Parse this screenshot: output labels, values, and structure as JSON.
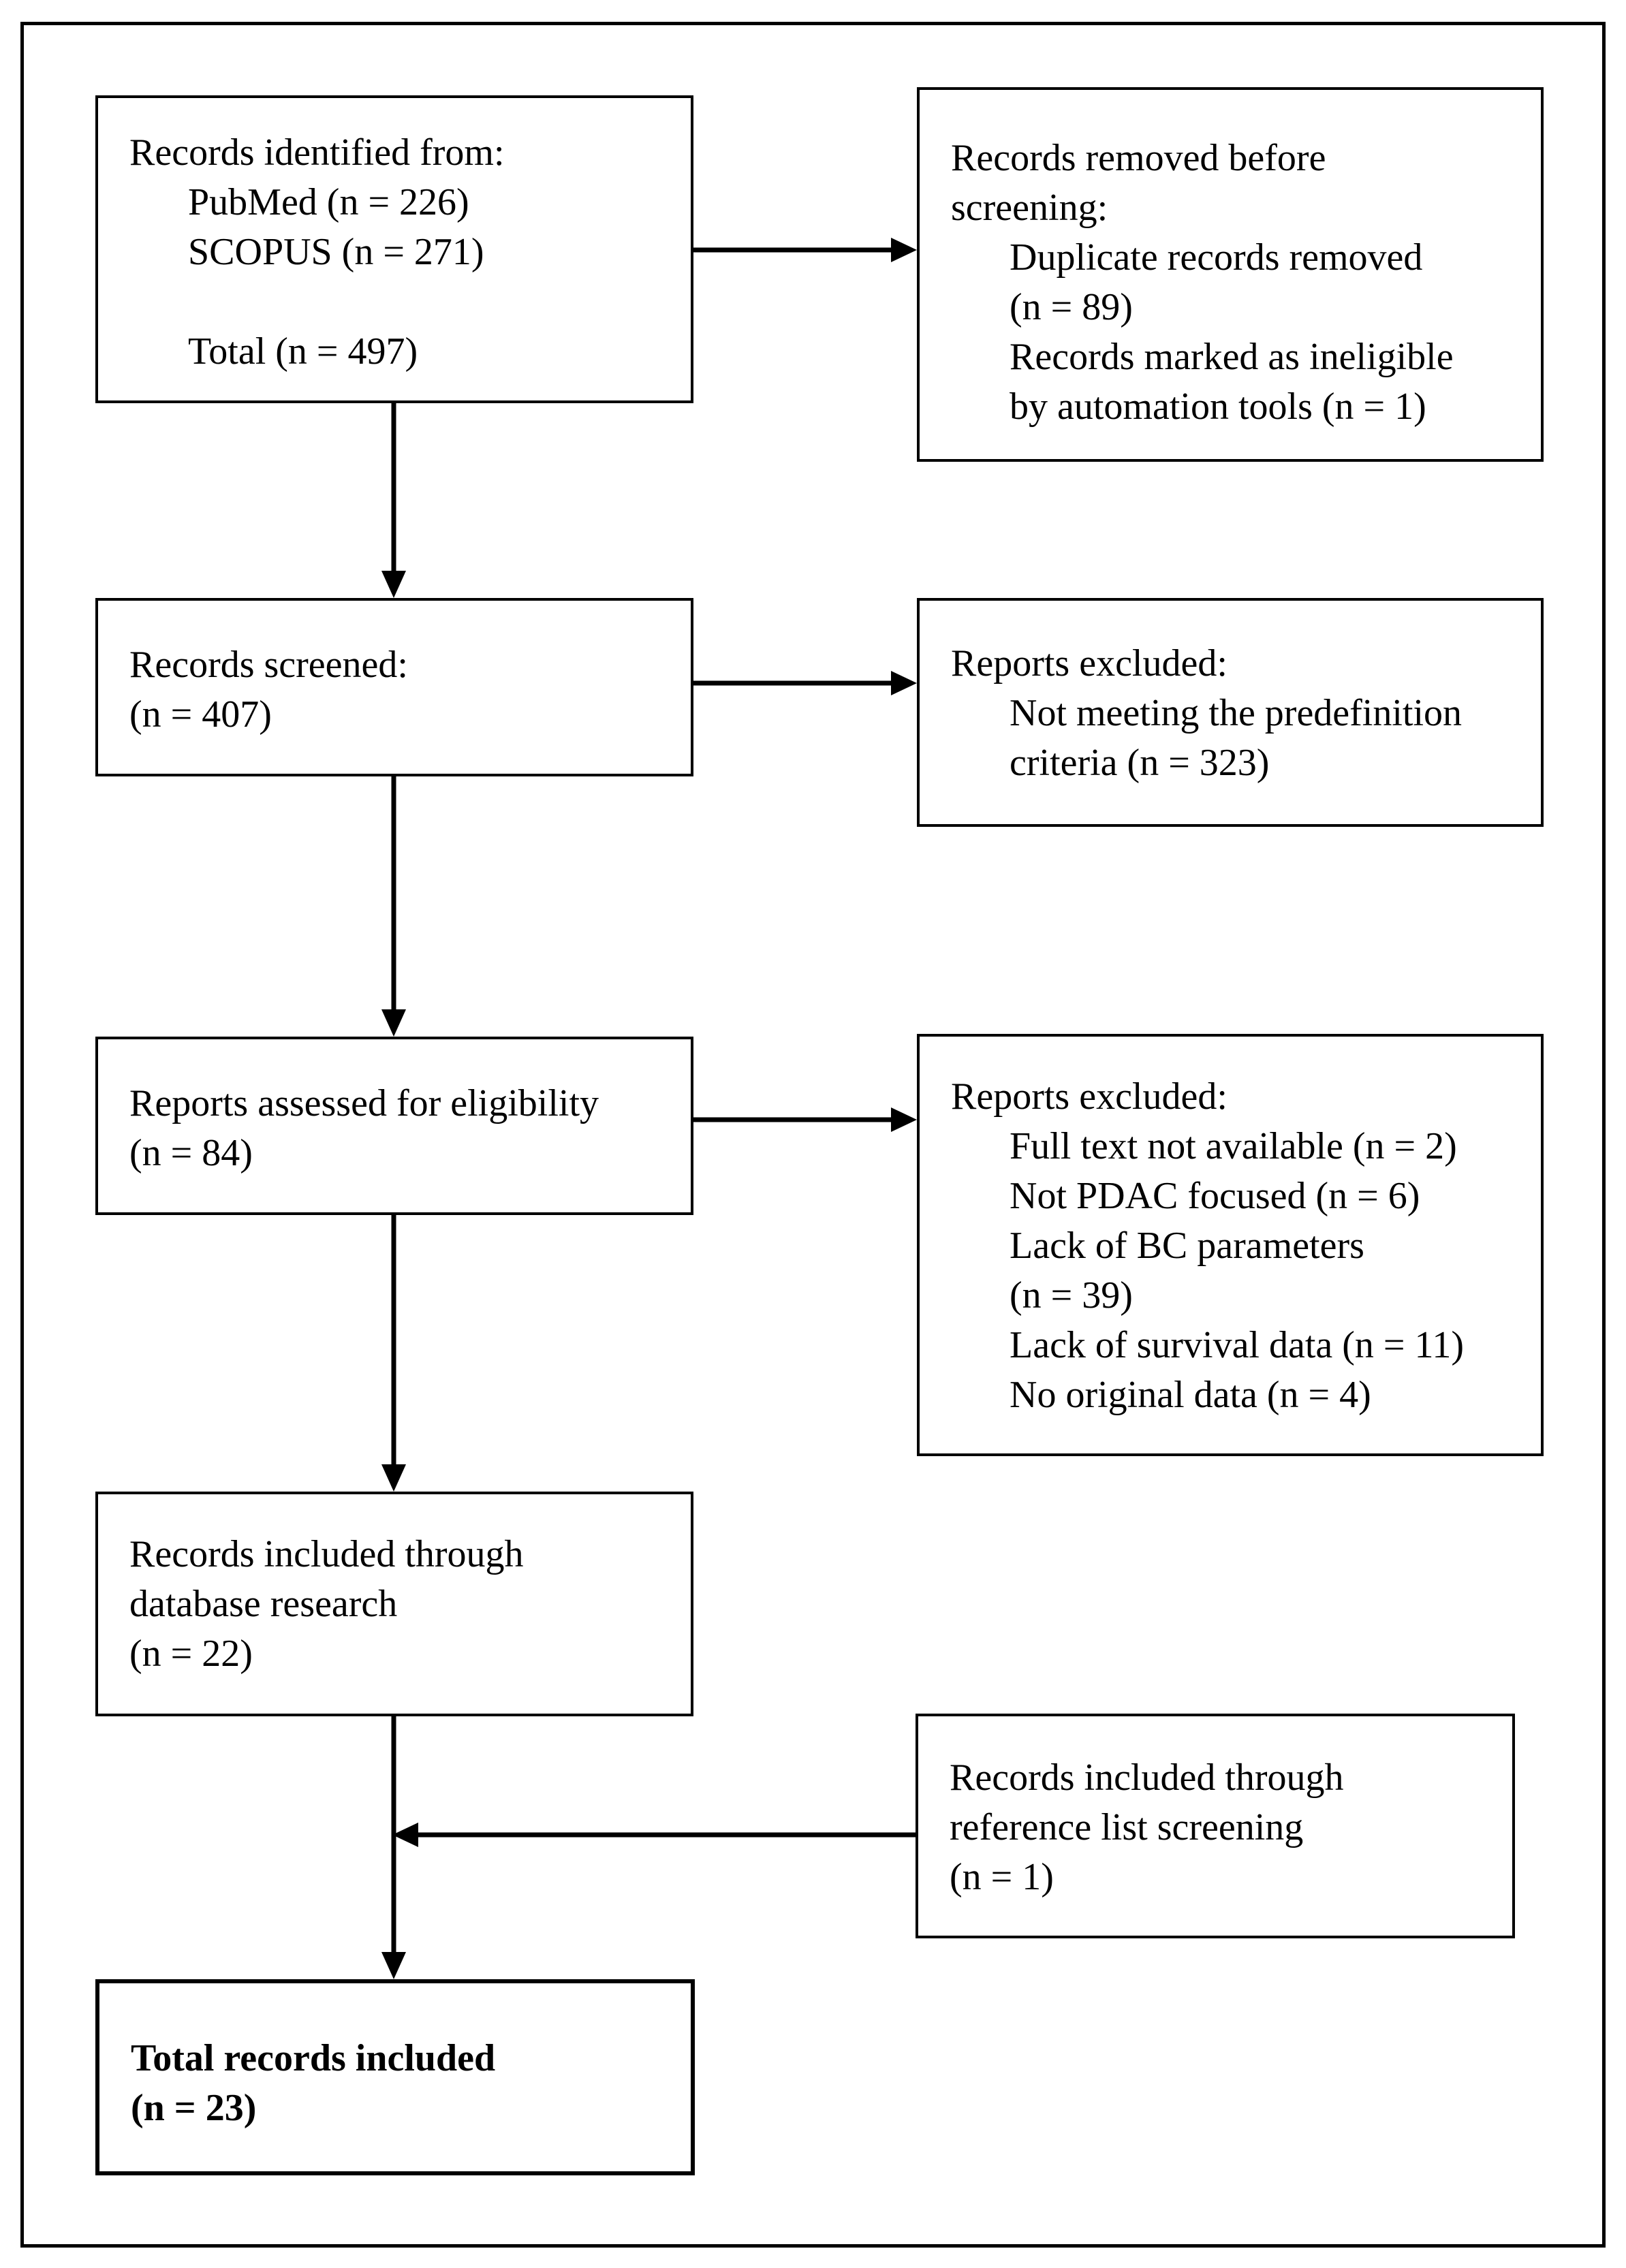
{
  "identification": {
    "heading": "Records identified from:",
    "pubmed": "PubMed (n = 226)",
    "scopus": "SCOPUS (n = 271)",
    "total": "Total (n = 497)"
  },
  "removed_before_screening": {
    "heading_1": "Records removed before",
    "heading_2": "screening:",
    "duplicates_1": "Duplicate records removed",
    "duplicates_2": "(n = 89)",
    "ineligible_1": "Records marked as ineligible",
    "ineligible_2": "by automation tools (n = 1)"
  },
  "screened": {
    "label": "Records screened:",
    "count": "(n = 407)"
  },
  "excluded_screening": {
    "heading": "Reports excluded:",
    "reason_1": "Not meeting the predefinition",
    "reason_2": "criteria (n = 323)"
  },
  "eligibility": {
    "label": "Reports assessed for eligibility",
    "count": "(n = 84)"
  },
  "excluded_eligibility": {
    "heading": "Reports excluded:",
    "reasons": [
      "Full text not available (n = 2)",
      "Not PDAC focused (n = 6)",
      "Lack of BC parameters",
      "(n = 39)",
      "Lack of survival data (n = 11)",
      "No original data (n = 4)"
    ]
  },
  "database_included": {
    "label_1": "Records included through",
    "label_2": "database research",
    "count": "(n = 22)"
  },
  "reference_included": {
    "label_1": "Records included through",
    "label_2": "reference list screening",
    "count": "(n = 1)"
  },
  "total_included": {
    "label": "Total records included",
    "count": "(n = 23)"
  }
}
